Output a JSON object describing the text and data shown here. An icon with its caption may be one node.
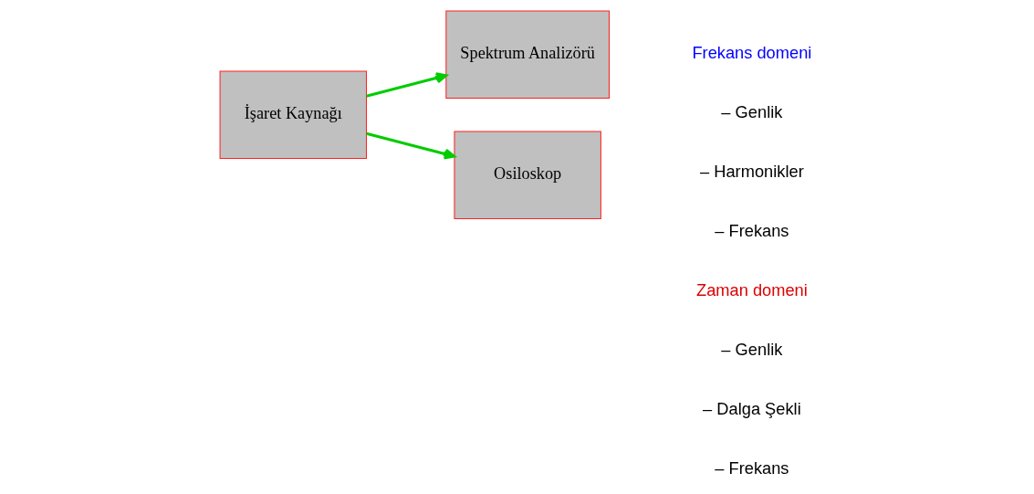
{
  "diagram": {
    "nodes": [
      {
        "text": [
          "İşaret Kaynağı"
        ]
      },
      {
        "text": [
          "Spektrum Analizörü"
        ]
      },
      {
        "text": [
          "Osiloskop"
        ]
      }
    ],
    "edges": [
      {
        "from": 0,
        "to": 1,
        "arrow": "to"
      },
      {
        "from": 0,
        "to": 2,
        "arrow": "to"
      }
    ],
    "labels": [
      "Frekans domeni",
      "– Genlik",
      "– Harmonikler",
      "– Frekans",
      "Zaman domeni",
      "– Genlik",
      "– Dalga Şekli",
      "– Frekans"
    ]
  }
}
